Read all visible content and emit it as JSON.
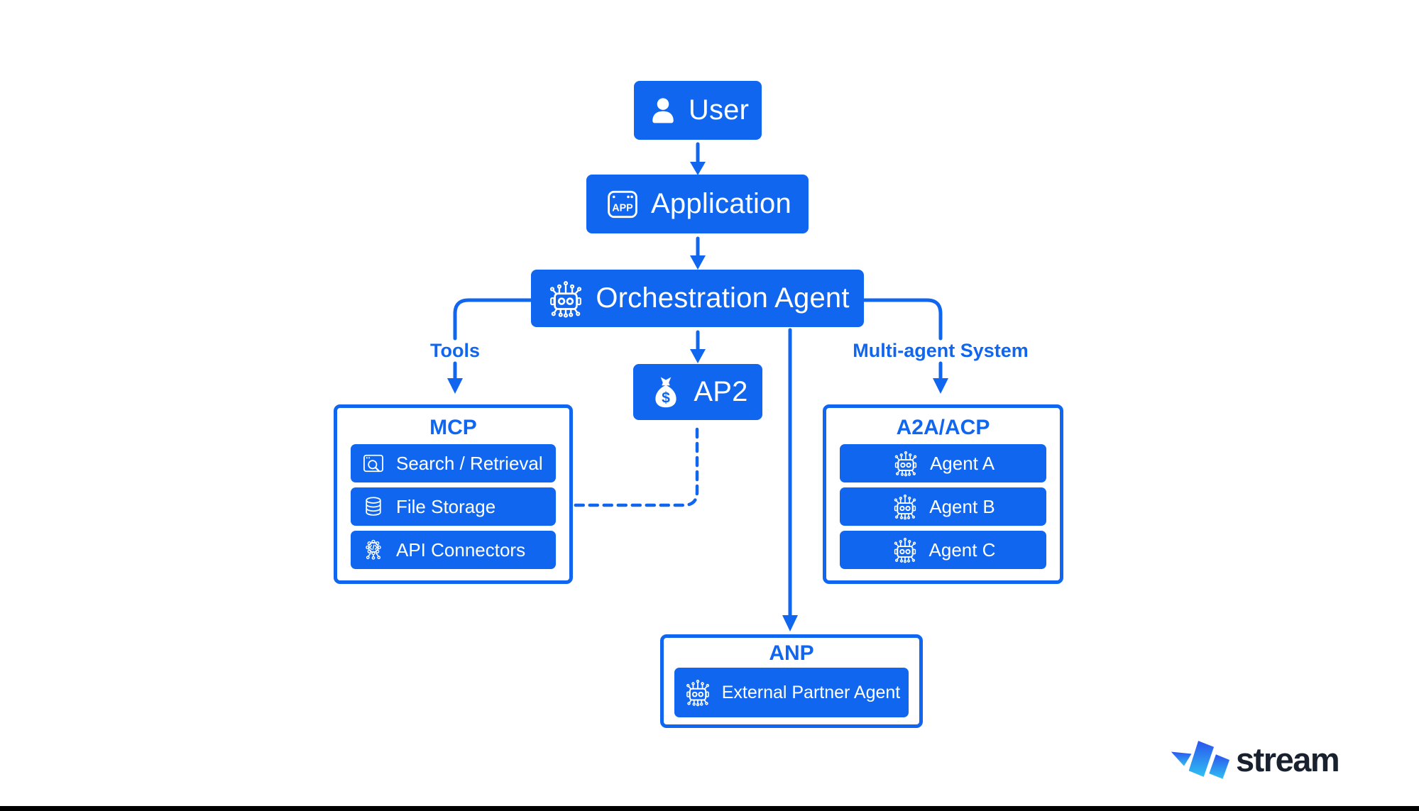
{
  "page": {
    "accent_color": "#1166F0",
    "background_color": "#ffffff",
    "footer_bar_color": "#000000"
  },
  "nodes": {
    "user": {
      "label": "User",
      "icon": "user-icon"
    },
    "application": {
      "label": "Application",
      "icon": "app-window-icon",
      "icon_text": "APP"
    },
    "orchestration": {
      "label": "Orchestration Agent",
      "icon": "robot-icon"
    },
    "ap2": {
      "label": "AP2",
      "icon": "money-bag-icon",
      "icon_text": "$"
    }
  },
  "edge_labels": {
    "tools": "Tools",
    "multi_agent": "Multi-agent System"
  },
  "containers": {
    "mcp": {
      "title": "MCP",
      "items": [
        {
          "label": "Search / Retrieval",
          "icon": "search-window-icon"
        },
        {
          "label": "File Storage",
          "icon": "database-icon"
        },
        {
          "label": "API Connectors",
          "icon": "api-badge-icon"
        }
      ]
    },
    "a2a": {
      "title": "A2A/ACP",
      "items": [
        {
          "label": "Agent A",
          "icon": "robot-icon"
        },
        {
          "label": "Agent B",
          "icon": "robot-icon"
        },
        {
          "label": "Agent C",
          "icon": "robot-icon"
        }
      ]
    },
    "anp": {
      "title": "ANP",
      "items": [
        {
          "label": "External Partner Agent",
          "icon": "robot-icon"
        }
      ]
    }
  },
  "branding": {
    "wordmark": "stream",
    "wordmark_color": "#1A212E",
    "logo_gradient_top": "#2B55EE",
    "logo_gradient_bottom": "#2FC0F2"
  }
}
